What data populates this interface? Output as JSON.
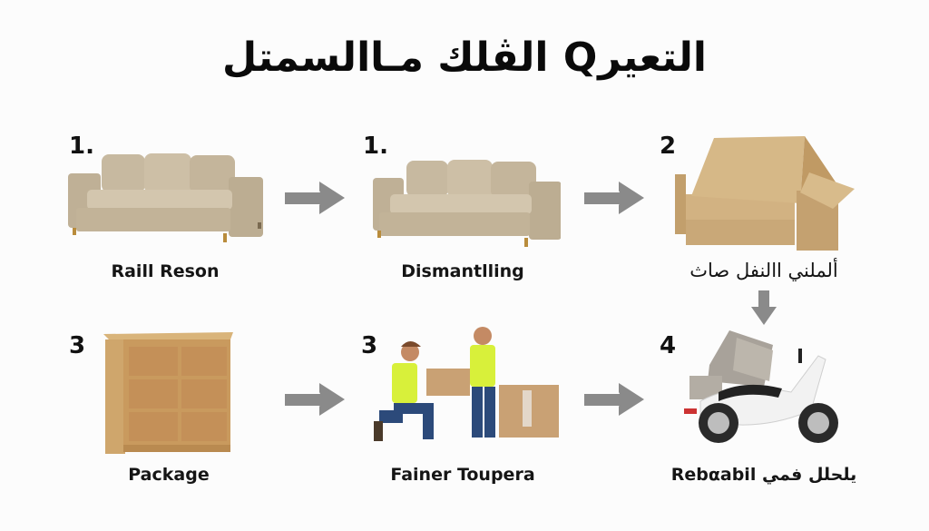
{
  "title": "التعيرQ الڤلك مـاالسمتل",
  "colors": {
    "arrow": "#8a8a8a",
    "sofa_fabric": "#cdbfa8",
    "cardboard": "#c9a878",
    "wood": "#cfa66c",
    "vest": "#d8f03a",
    "jeans": "#2c4a7a",
    "scooter_body": "#f2f2f2"
  },
  "steps": [
    {
      "number": "1.",
      "label": "Raill Reson",
      "illustration": "sofa-icon"
    },
    {
      "number": "1.",
      "label": "Dismantlling",
      "illustration": "sofa-icon"
    },
    {
      "number": "2",
      "label": "ألملني االنفل صاث",
      "illustration": "cardboard-sofa-icon"
    },
    {
      "number": "3",
      "label": "Package",
      "illustration": "wooden-cabinet-icon"
    },
    {
      "number": "3",
      "label": "Fainer Toupera",
      "illustration": "workers-boxes-icon"
    },
    {
      "number": "4",
      "label": "Rebαabil يلحلل فمي",
      "illustration": "scooter-delivery-icon"
    }
  ],
  "arrows": [
    {
      "from": 1,
      "to": 2,
      "direction": "right"
    },
    {
      "from": 2,
      "to": 3,
      "direction": "right"
    },
    {
      "from": 3,
      "to": 6,
      "direction": "down"
    },
    {
      "from": 4,
      "to": 5,
      "direction": "right"
    },
    {
      "from": 5,
      "to": 6,
      "direction": "right"
    }
  ]
}
